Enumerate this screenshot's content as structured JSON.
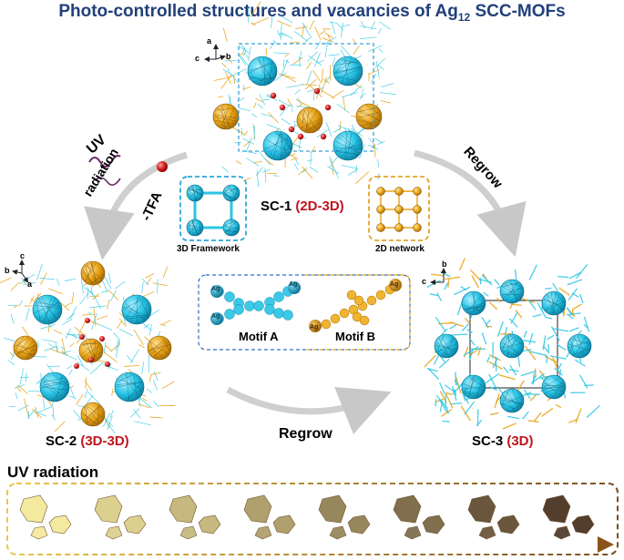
{
  "title": {
    "main": "Photo-controlled structures and vacancies of Ag",
    "sub": "12",
    "tail": " SCC-MOFs"
  },
  "sc1": {
    "name": "SC-1 ",
    "dim": "(2D-3D)"
  },
  "sc2": {
    "name": "SC-2 ",
    "dim": "(3D-3D)"
  },
  "sc3": {
    "name": "SC-3 ",
    "dim": "(3D)"
  },
  "arrows": {
    "uv": "UV",
    "radiation": "radiation",
    "tfa": "-TFA",
    "regrow_right": "Regrow",
    "regrow_bottom": "Regrow"
  },
  "insets": {
    "framework3d": "3D Framework",
    "network2d": "2D network"
  },
  "motifs": {
    "a": "Motif A",
    "b": "Motif B",
    "ag": "Ag"
  },
  "axes": {
    "top": {
      "a": "a",
      "c": "c",
      "b": "b"
    },
    "left": {
      "c": "c",
      "b": "b",
      "a": "a"
    },
    "right": {
      "b": "b",
      "c": "c"
    }
  },
  "uv_strip": {
    "label": "UV radiation",
    "crystals": 8
  },
  "colors": {
    "title": "#22407a",
    "red": "#c0141e",
    "cyan": "#29c6e6",
    "orange": "#e8a418",
    "dash_orange": "#e6a42a",
    "dash_blue": "#2aa8de"
  }
}
